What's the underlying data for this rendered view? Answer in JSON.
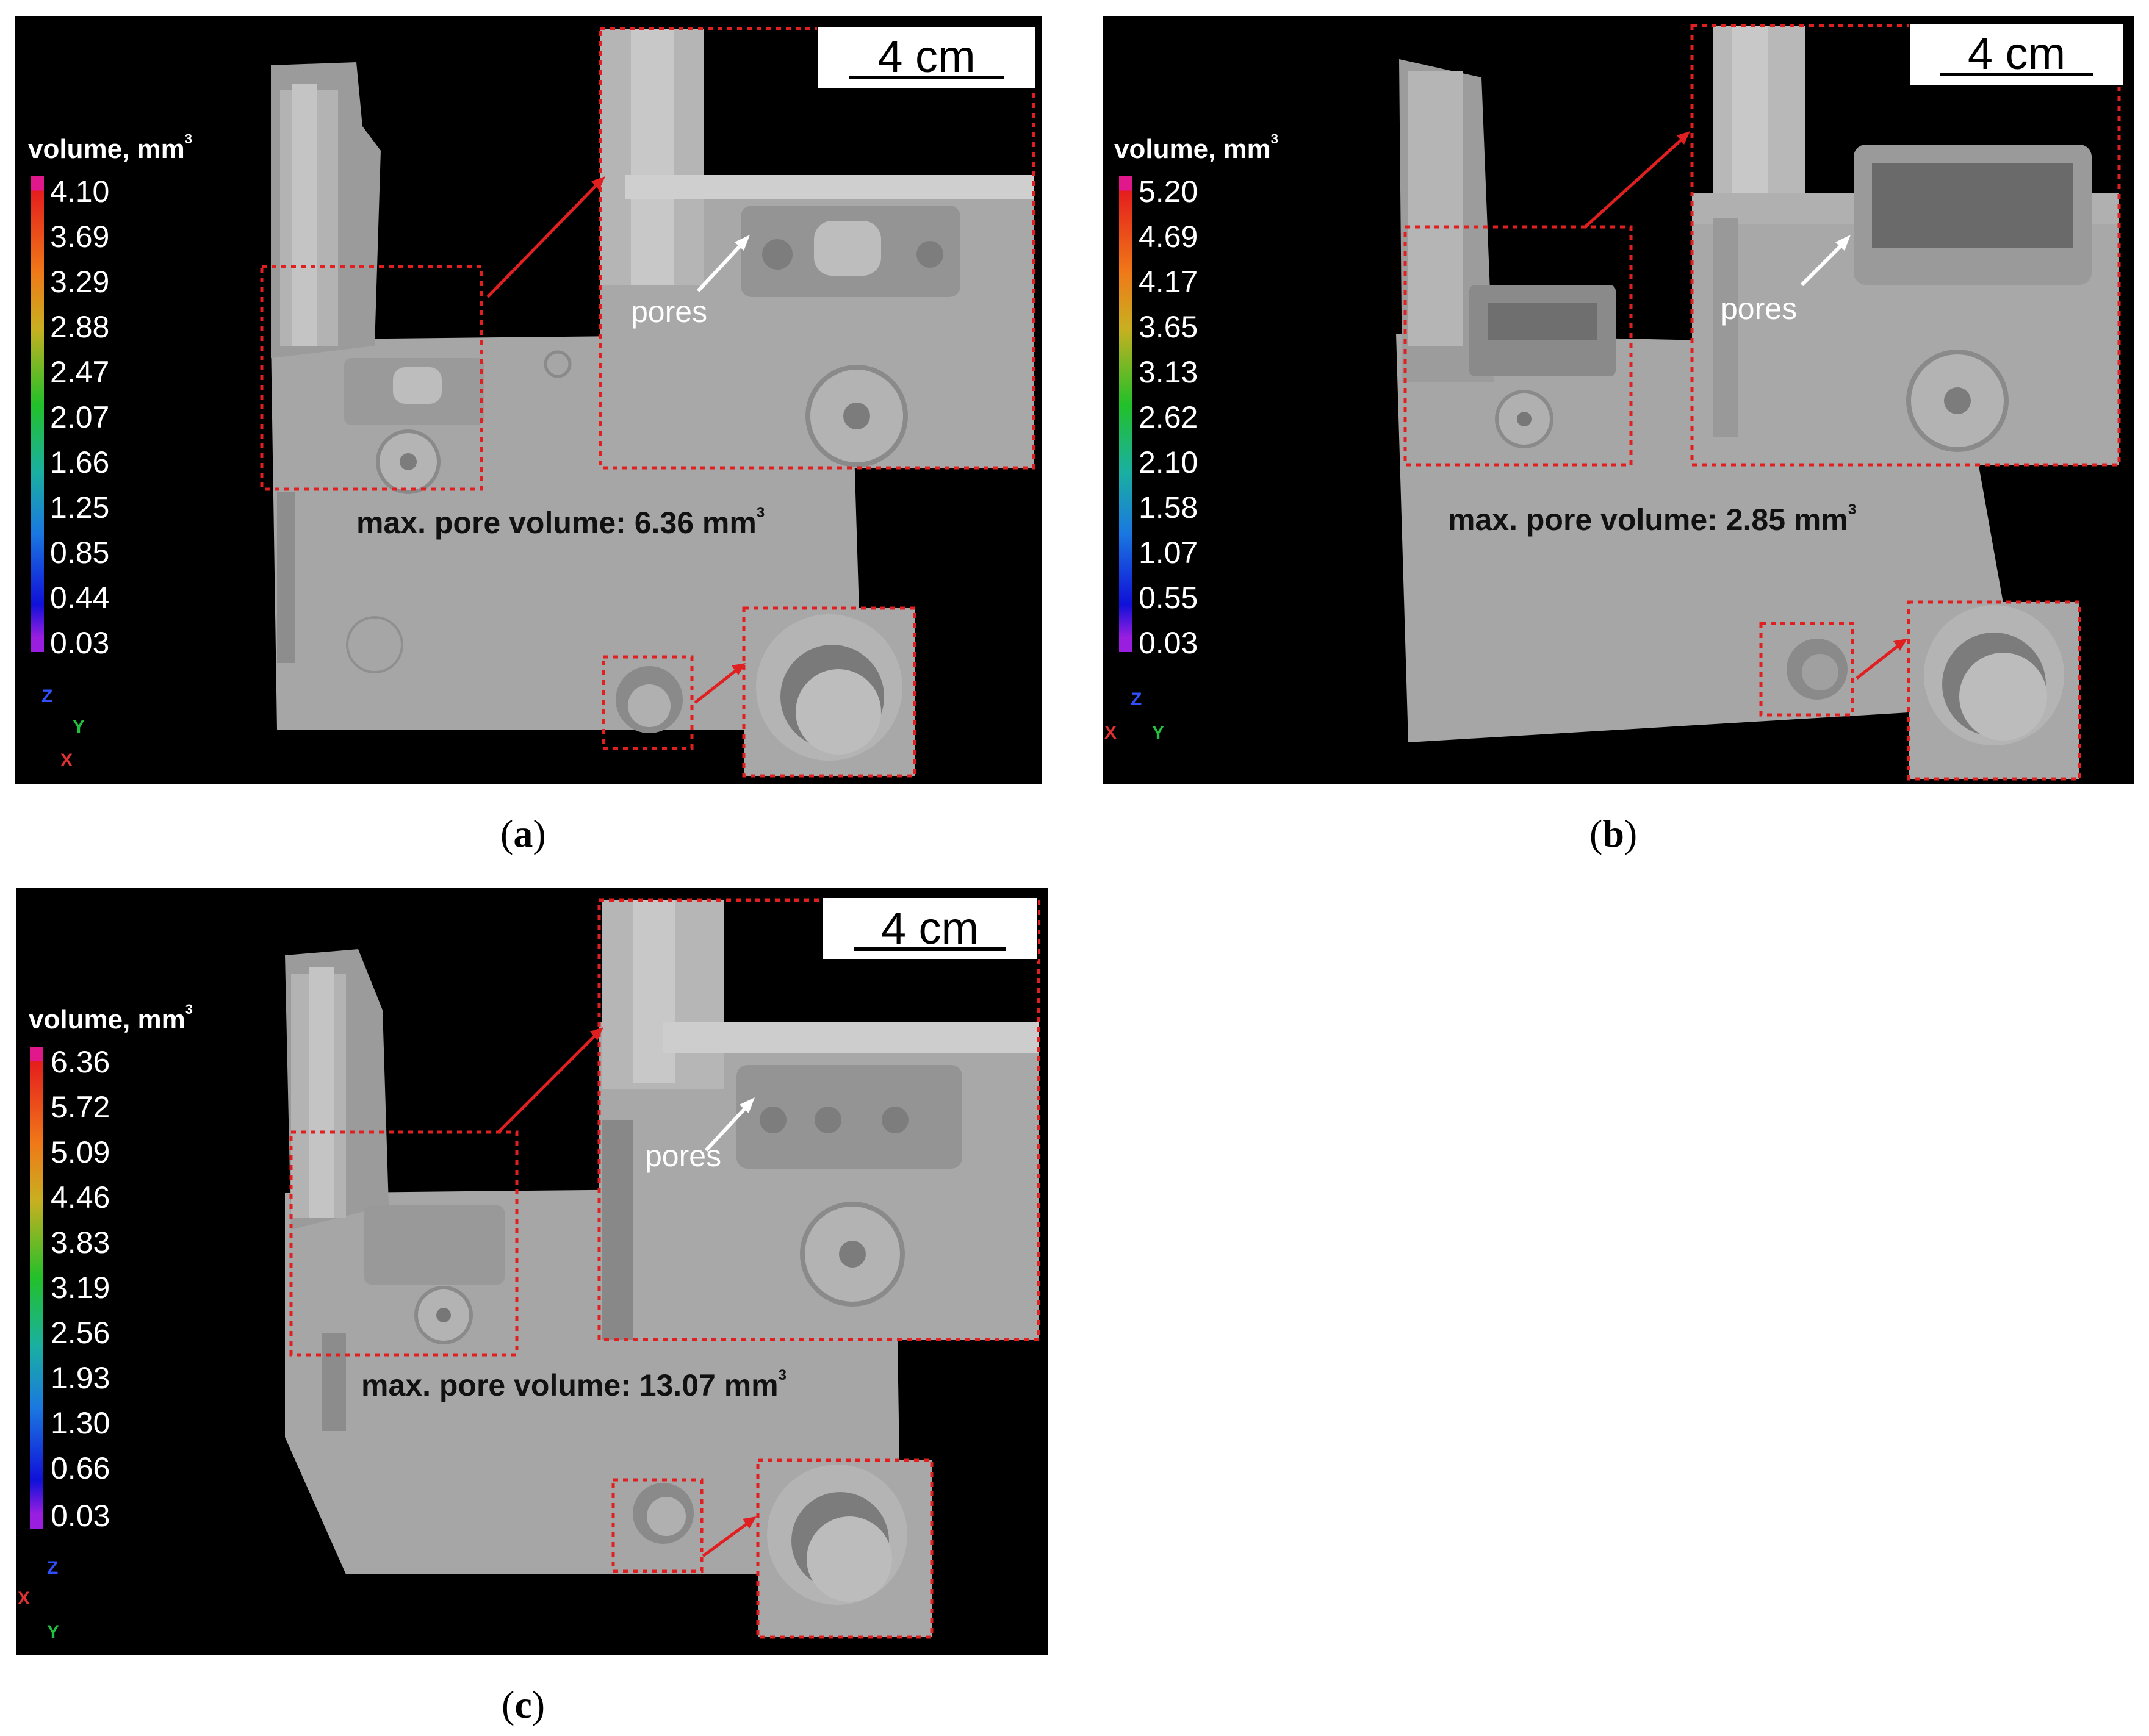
{
  "colors": {
    "background": "#000000",
    "zoom_box": "#e02020",
    "part_gray": "#a9a9a9",
    "colorbar_top": "#e0188c",
    "colorbar_bottom": "#9a1ee0"
  },
  "panels": [
    {
      "id": "a",
      "caption": "a",
      "legend_title": "volume, mm",
      "legend_unit_sup": "3",
      "legend_ticks": [
        "4.10",
        "3.69",
        "3.29",
        "2.88",
        "2.47",
        "2.07",
        "1.66",
        "1.25",
        "0.85",
        "0.44",
        "0.03"
      ],
      "scale_label": "4 cm",
      "max_pore_label": "max. pore volume: 6.36 mm",
      "max_pore_sup": "3",
      "pores_label": "pores",
      "axis": {
        "z": "Z",
        "y": "Y",
        "x": "X"
      }
    },
    {
      "id": "b",
      "caption": "b",
      "legend_title": "volume, mm",
      "legend_unit_sup": "3",
      "legend_ticks": [
        "5.20",
        "4.69",
        "4.17",
        "3.65",
        "3.13",
        "2.62",
        "2.10",
        "1.58",
        "1.07",
        "0.55",
        "0.03"
      ],
      "scale_label": "4 cm",
      "max_pore_label": "max. pore volume: 2.85 mm",
      "max_pore_sup": "3",
      "pores_label": "pores",
      "axis": {
        "z": "Z",
        "y": "Y",
        "x": "X"
      }
    },
    {
      "id": "c",
      "caption": "c",
      "legend_title": "volume, mm",
      "legend_unit_sup": "3",
      "legend_ticks": [
        "6.36",
        "5.72",
        "5.09",
        "4.46",
        "3.83",
        "3.19",
        "2.56",
        "1.93",
        "1.30",
        "0.66",
        "0.03"
      ],
      "scale_label": "4 cm",
      "max_pore_label": "max. pore volume: 13.07 mm",
      "max_pore_sup": "3",
      "pores_label": "pores",
      "axis": {
        "z": "Z",
        "y": "Y",
        "x": "X"
      }
    }
  ]
}
